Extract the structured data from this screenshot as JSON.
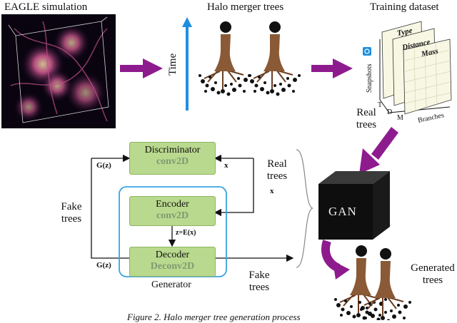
{
  "top": {
    "eagle_label": "EAGLE simulation",
    "halo_label": "Halo merger trees",
    "time_label": "Time",
    "training_label": "Training dataset",
    "dataset": {
      "layer_type": "Type",
      "layer_distance": "Distance",
      "layer_mass": "Mass",
      "axis_snapshots": "Snapshots",
      "axis_branches": "Branches",
      "axis_T": "T",
      "axis_D": "D",
      "axis_M": "M"
    },
    "real_trees_label": "Real trees"
  },
  "flow": {
    "discriminator": {
      "name": "Discriminator",
      "layer": "conv2D"
    },
    "encoder": {
      "name": "Encoder",
      "layer": "conv2D"
    },
    "decoder": {
      "name": "Decoder",
      "layer": "Deconv2D"
    },
    "generator_label": "Generator",
    "gz_top": "G(z)",
    "gz_bottom": "G(z)",
    "x_top": "x",
    "x_mid": "x",
    "z_label": "z=E(x)",
    "real_trees_label": "Real trees",
    "fake_trees_left": "Fake trees",
    "fake_trees_bottom": "Fake trees"
  },
  "gan": {
    "label": "GAN",
    "generated_label": "Generated trees"
  },
  "caption": "Figure 2. Halo merger tree generation process",
  "colors": {
    "purple_arrow": "#8e1b8e",
    "time_arrow": "#1e8fe0",
    "box_green": "#b9d98e",
    "box_text_muted": "#7f9a72",
    "generator_outline": "#3ba3e0",
    "tree_trunk": "#7a4a2e"
  },
  "icons": [
    "simulation-cube-image",
    "merger-tree-icon",
    "dataset-stack-icon",
    "gan-cube-icon",
    "generated-trees-icon"
  ]
}
